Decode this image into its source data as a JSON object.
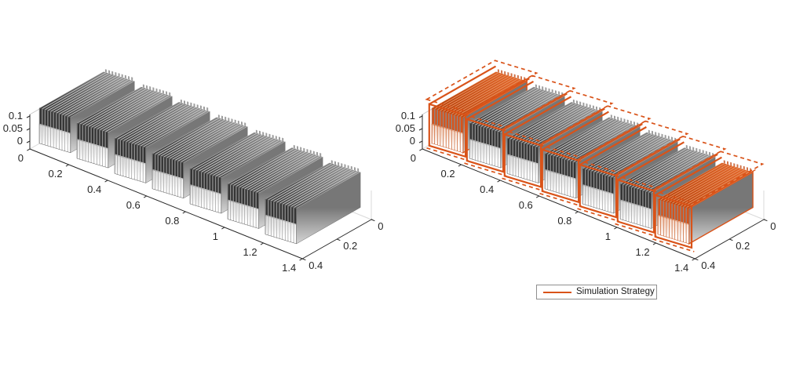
{
  "figure": {
    "background": "#ffffff"
  },
  "colors": {
    "accent_orange": "#D95319",
    "axis_line": "#262626",
    "axis_text": "#262626",
    "faint_box_edge": "#d9d9d9",
    "legend_border": "#8f8f8f"
  },
  "chart_data": [
    {
      "type": "scene3d",
      "panel": "left",
      "description": "Battery pack geometry: 7 finned cell modules rendered in gray",
      "module_count": 7,
      "x_ticks": [
        "0",
        "0.2",
        "0.4",
        "0.6",
        "0.8",
        "1",
        "1.2",
        "1.4"
      ],
      "y_ticks": [
        "0",
        "0.2",
        "0.4"
      ],
      "z_ticks": [
        "0",
        "0.05",
        "0.1"
      ],
      "x_range": [
        0,
        1.4
      ],
      "y_range": [
        0,
        0.4
      ],
      "z_range": [
        0,
        0.1
      ],
      "highlight": "none"
    },
    {
      "type": "scene3d",
      "panel": "right",
      "description": "Same battery pack with simulation strategy overlay",
      "module_count": 7,
      "x_ticks": [
        "0",
        "0.2",
        "0.4",
        "0.6",
        "0.8",
        "1",
        "1.2",
        "1.4"
      ],
      "y_ticks": [
        "0",
        "0.2",
        "0.4"
      ],
      "z_ticks": [
        "0",
        "0.05",
        "0.1"
      ],
      "x_range": [
        0,
        1.4
      ],
      "y_range": [
        0,
        0.4
      ],
      "z_range": [
        0,
        0.1
      ],
      "strategy": {
        "cell_resolved_modules": [
          1,
          7
        ],
        "lumped_modules": [
          2,
          3,
          4,
          5,
          6
        ],
        "color": "#D95319"
      },
      "legend": {
        "label": "Simulation Strategy",
        "line_color": "#D95319"
      }
    }
  ]
}
